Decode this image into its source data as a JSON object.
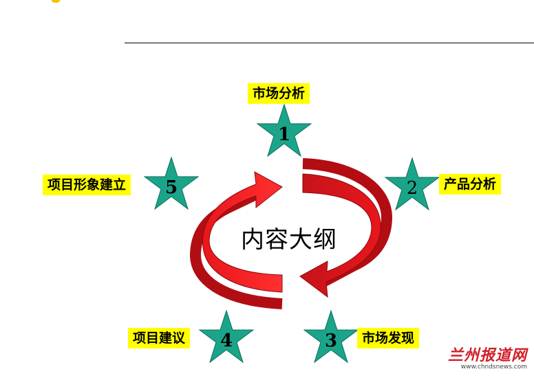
{
  "center_title": "内容大纲",
  "steps": [
    {
      "number": "1",
      "label": "市场分析"
    },
    {
      "number": "2",
      "label": "产品分析"
    },
    {
      "number": "3",
      "label": "市场发现"
    },
    {
      "number": "4",
      "label": "项目建议"
    },
    {
      "number": "5",
      "label": "项目形象建立"
    }
  ],
  "colors": {
    "star_fill": "#1aa58a",
    "label_bg": "#ffff00",
    "arrow_red": "#e8161b",
    "arrow_dark": "#b20d12"
  },
  "watermark": {
    "name": "兰州报道网",
    "url": "www.chndsnews.com"
  }
}
